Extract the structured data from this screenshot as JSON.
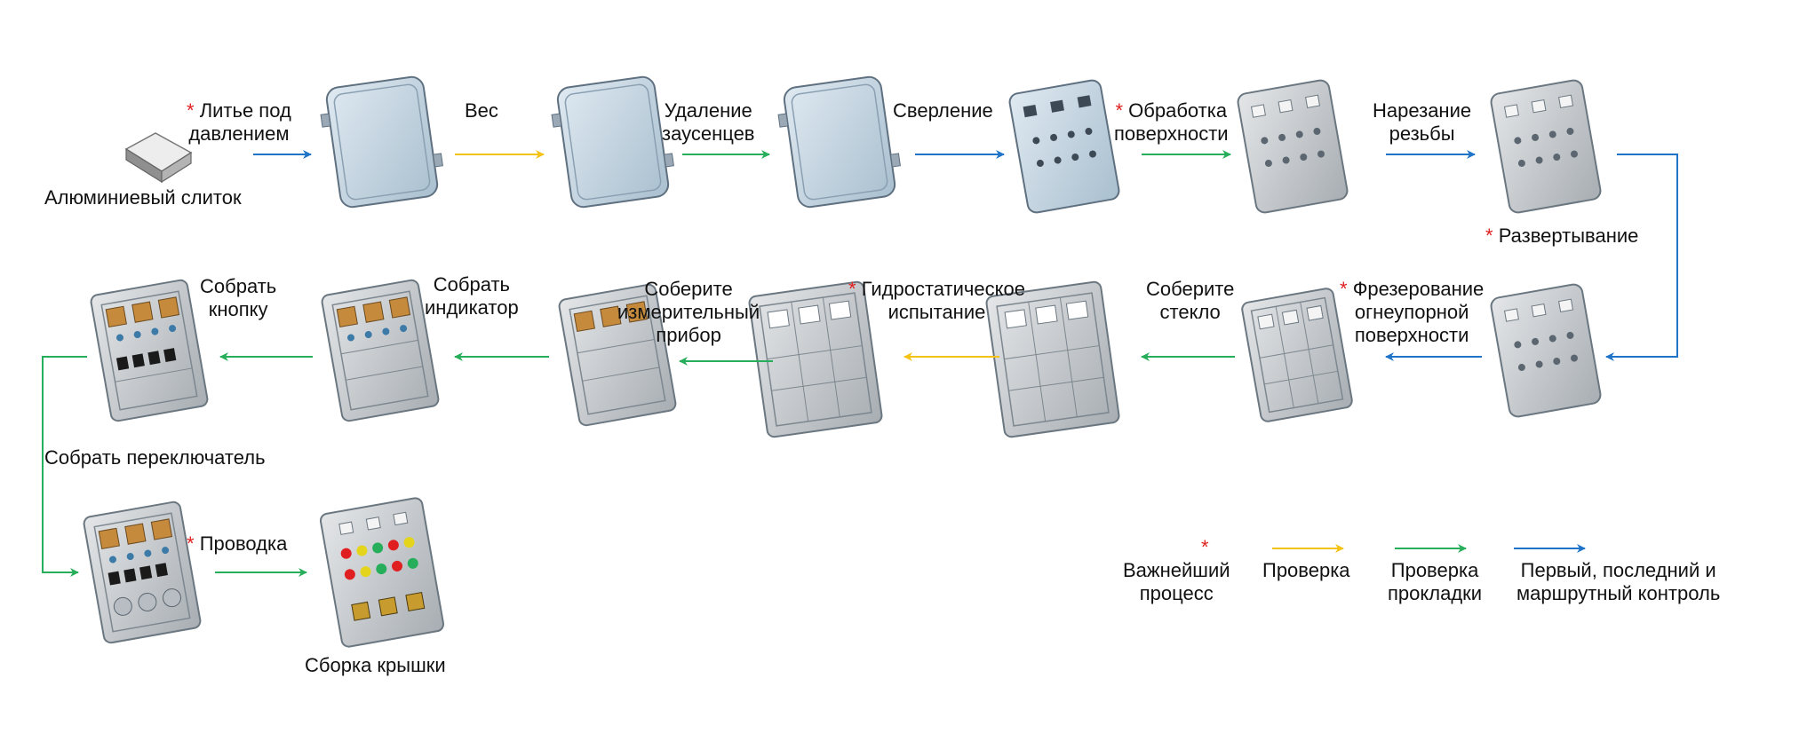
{
  "colors": {
    "blue": "#1f74c8",
    "yellow": "#f5c316",
    "green": "#27ae5a",
    "star": "#e02020",
    "housing_fill": "#c9d9e5",
    "housing_fill_metal": "#cfd3d6",
    "housing_edge": "#6b7780"
  },
  "steps": {
    "ingot": "Алюминиевый слиток",
    "die_casting_1": "Литье под",
    "die_casting_2": "давлением",
    "weight": "Вес",
    "deburr_1": "Удаление",
    "deburr_2": "заусенцев",
    "drilling": "Сверление",
    "surface_1": "Обработка",
    "surface_2": "поверхности",
    "thread_1": "Нарезание",
    "thread_2": "резьбы",
    "reaming": "Развертывание",
    "milling_1": "Фрезерование",
    "milling_2": "огнеупорной",
    "milling_3": "поверхности",
    "glass_1": "Соберите",
    "glass_2": "стекло",
    "hydro_1": "Гидростатическое",
    "hydro_2": "испытание",
    "meter_1": "Соберите",
    "meter_2": "измерительный",
    "meter_3": "прибор",
    "indicator_1": "Собрать",
    "indicator_2": "индикатор",
    "button_1": "Собрать",
    "button_2": "кнопку",
    "switch": "Собрать переключатель",
    "wiring": "Проводка",
    "cover": "Сборка крышки",
    "star": "*"
  },
  "legend": {
    "critical_1": "Важнейший",
    "critical_2": "процесс",
    "inspection": "Проверка",
    "gasket_1": "Проверка",
    "gasket_2": "прокладки",
    "control_1": "Первый, последний и",
    "control_2": "маршрутный контроль"
  }
}
